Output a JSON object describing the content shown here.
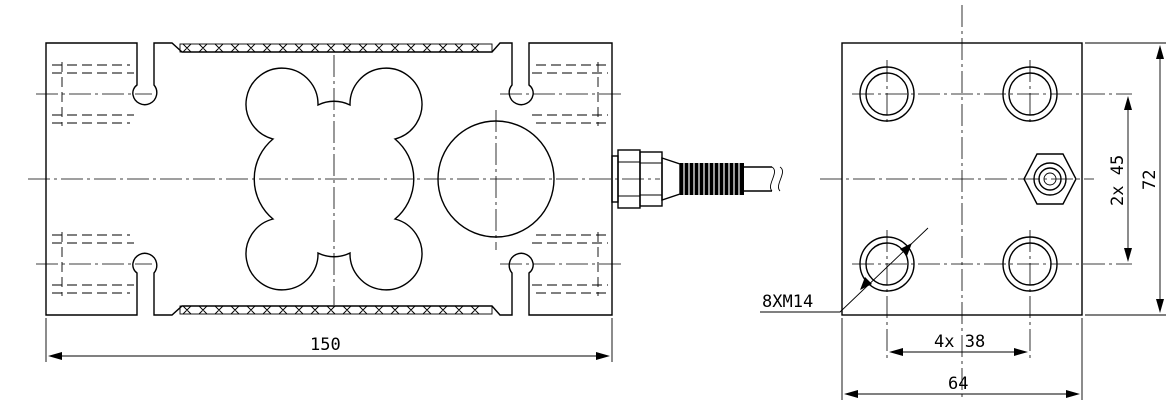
{
  "drawing": {
    "side_view": {
      "length_dim": "150"
    },
    "end_view": {
      "width_dim": "64",
      "height_dim": "72",
      "hole_spacing_horizontal": "4x 38",
      "hole_spacing_vertical": "2x 45",
      "thread_callout": "8XM14"
    }
  }
}
